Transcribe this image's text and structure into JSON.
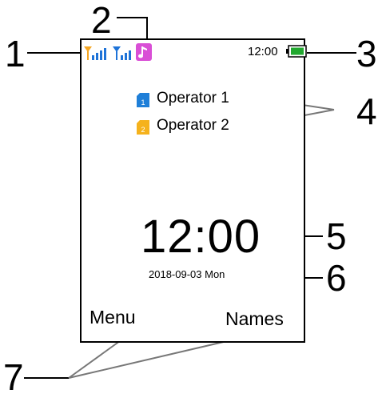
{
  "callouts": {
    "c1": "1",
    "c2": "2",
    "c3": "3",
    "c4": "4",
    "c5": "5",
    "c6": "6",
    "c7": "7"
  },
  "status_bar": {
    "time": "12:00",
    "signal_color": "#1e73d8",
    "signal_accent": "#f5a623",
    "music_color": "#d94fd6",
    "battery_color": "#21a82f"
  },
  "operators": [
    {
      "label": "Operator 1",
      "sim_number": "1",
      "sim_color": "#1f7fd8"
    },
    {
      "label": "Operator 2",
      "sim_number": "2",
      "sim_color": "#f5b21c"
    }
  ],
  "clock": {
    "time": "12:00",
    "date": "2018-09-03 Mon"
  },
  "softkeys": {
    "left": "Menu",
    "right": "Names"
  }
}
